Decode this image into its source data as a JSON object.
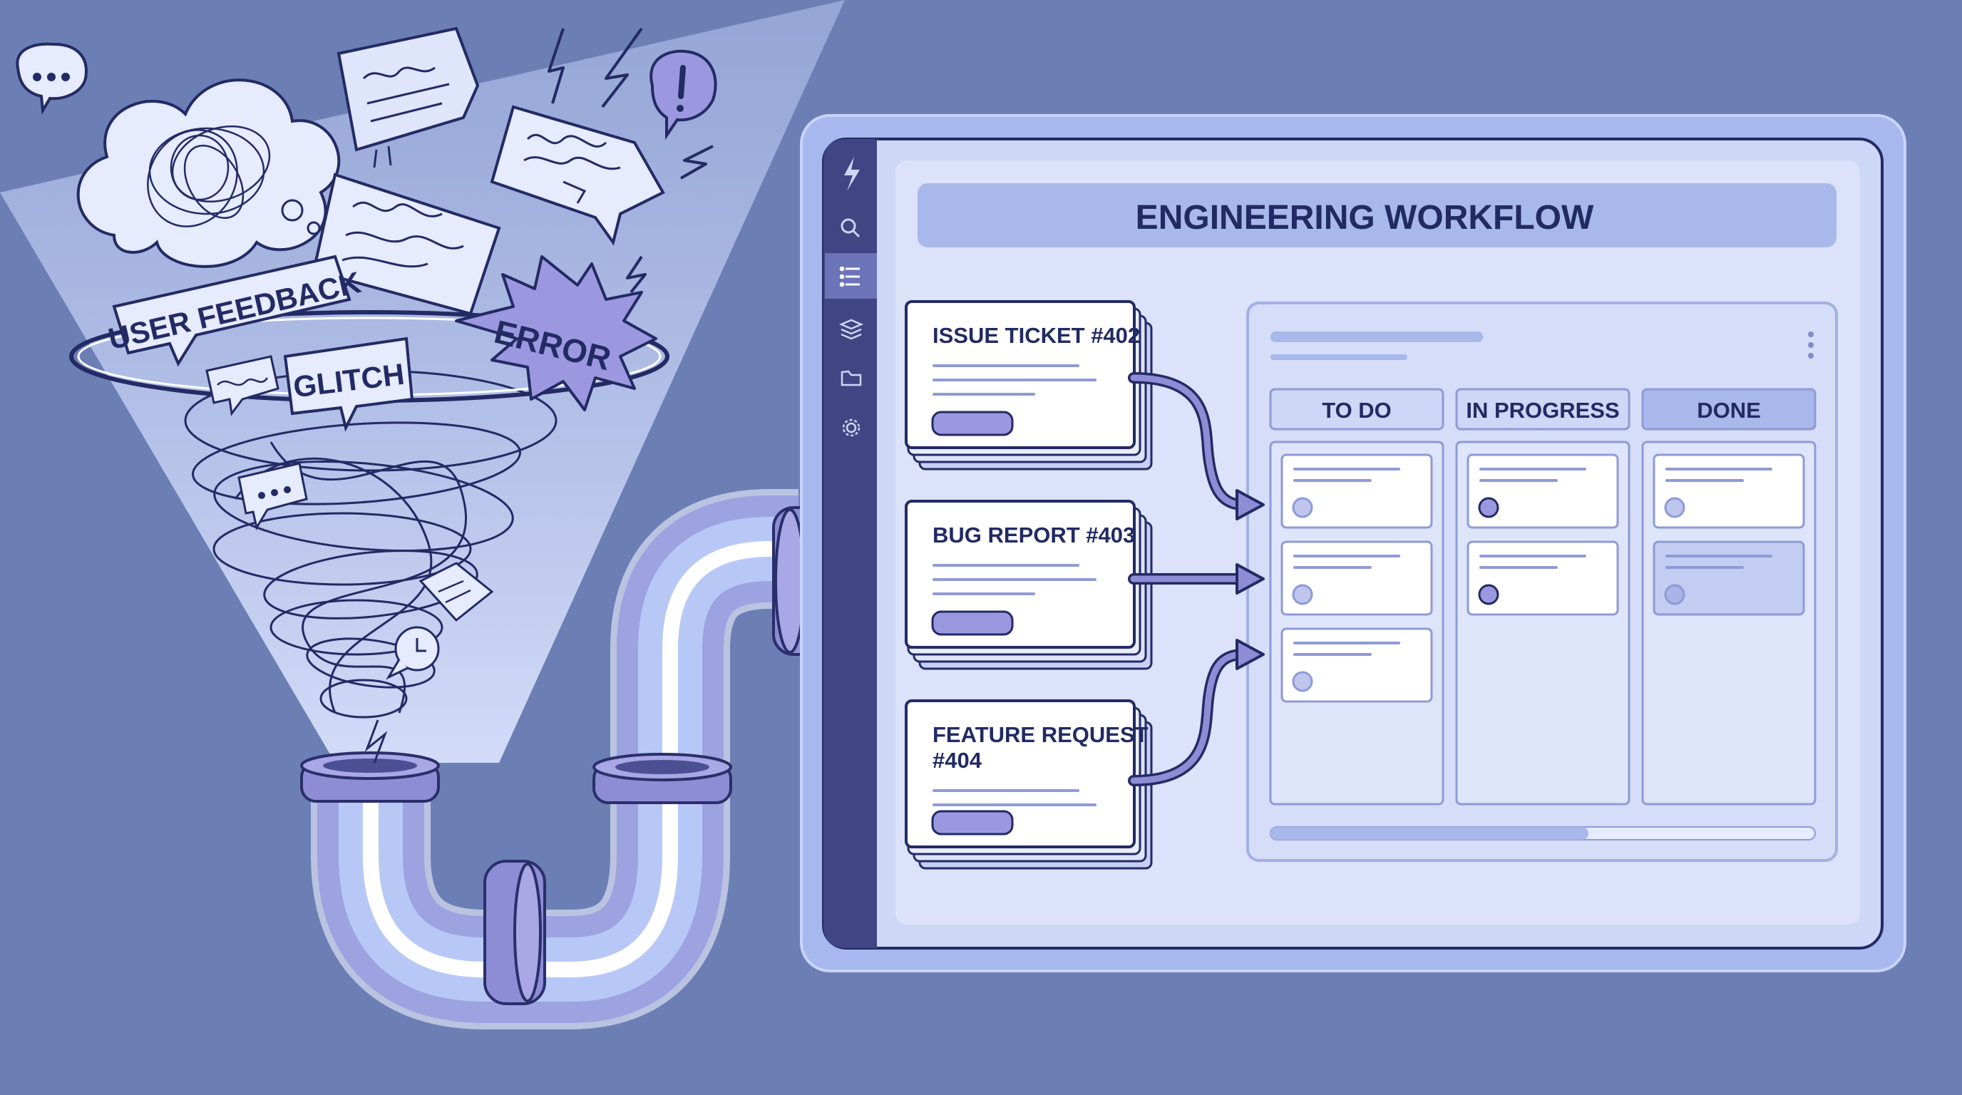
{
  "illustration": {
    "funnel": {
      "tags": {
        "user_feedback": "USER FEEDBACK",
        "glitch": "GLITCH",
        "error": "ERROR"
      },
      "icons": [
        "speech-bubble-icon",
        "scribble-cloud-icon",
        "note-icon",
        "lightning-icon",
        "exclamation-bubble-icon"
      ]
    },
    "pipe": {
      "icon": "pipe-icon"
    }
  },
  "app": {
    "sidebar": {
      "items": [
        "lightning-icon",
        "search-icon",
        "list-icon",
        "layers-icon",
        "folder-icon",
        "gear-icon"
      ],
      "active_index": 2
    },
    "header": {
      "title": "ENGINEERING WORKFLOW"
    },
    "tickets": [
      {
        "title": "ISSUE TICKET #402"
      },
      {
        "title": "BUG REPORT #403"
      },
      {
        "title": "FEATURE REQUEST\n#404"
      }
    ],
    "board": {
      "columns": [
        {
          "label": "TO DO",
          "cards": 3
        },
        {
          "label": "IN PROGRESS",
          "cards": 2
        },
        {
          "label": "DONE",
          "cards": 2
        }
      ],
      "menu_icon": "more-vertical-icon"
    }
  },
  "colors": {
    "background": "#6b7fb5",
    "ink": "#222a63",
    "accent": "#9b98e0",
    "panel": "#cfd8f5",
    "header_bar": "#a9b8ea",
    "pipe_glow": "#ffffff"
  }
}
